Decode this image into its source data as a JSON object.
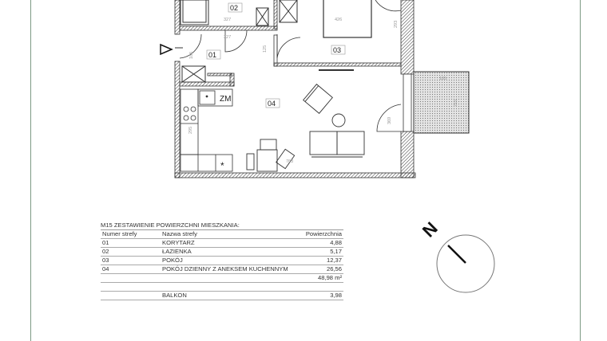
{
  "plan": {
    "rooms": [
      {
        "number": "01"
      },
      {
        "number": "02"
      },
      {
        "number": "03"
      },
      {
        "number": "04"
      }
    ],
    "kitchen_label": "ZM",
    "fridge_symbol": "*",
    "dimensions": [
      "327",
      "327",
      "426",
      "293",
      "125",
      "185",
      "295",
      "369",
      "763",
      "185",
      "215"
    ]
  },
  "table": {
    "title": "M15   ZESTAWIENIE POWIERZCHNI MIESZKANIA:",
    "headers": [
      "Numer strefy",
      "Nazwa strefy",
      "Powierzchnia"
    ],
    "rows": [
      {
        "num": "01",
        "name": "KORYTARZ",
        "area": "4,88"
      },
      {
        "num": "02",
        "name": "ŁAZIENKA",
        "area": "5,17"
      },
      {
        "num": "03",
        "name": "POKÓJ",
        "area": "12,37"
      },
      {
        "num": "04",
        "name": "POKÓJ DZIENNY Z ANEKSEM KUCHENNYM",
        "area": "26,56"
      }
    ],
    "total": "48,98 m²",
    "balcony": {
      "name": "BALKON",
      "area": "3,98"
    }
  },
  "compass": {
    "label": "N"
  },
  "colors": {
    "frame": "#7d9a84",
    "wall": "#333333"
  }
}
